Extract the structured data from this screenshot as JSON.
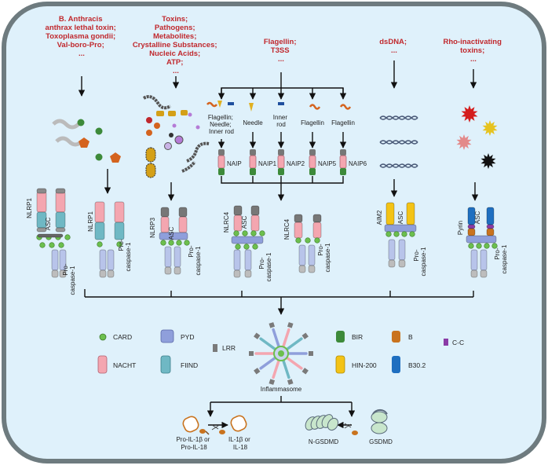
{
  "stimuli": [
    {
      "lines": [
        "B. Anthracis",
        "anthrax lethal toxin;",
        "Toxoplasma gondii;",
        "Val-boro-Pro;",
        "..."
      ]
    },
    {
      "lines": [
        "Toxins;",
        "Pathogens;",
        "Metabolites;",
        "Crystalline Substances;",
        "Nucleic Acids;",
        "ATP;",
        "..."
      ]
    },
    {
      "lines": [
        "Flagellin;",
        "T3SS",
        "..."
      ]
    },
    {
      "lines": [
        "dsDNA;",
        "..."
      ]
    },
    {
      "lines": [
        "Rho-inactivating",
        "toxins;",
        "..."
      ]
    }
  ],
  "ligands": {
    "flagellin_needle_inner": [
      "Flagellin;",
      "Needle;",
      "Inner rod"
    ],
    "needle": "Needle",
    "inner_rod": [
      "Inner",
      "rod"
    ],
    "flagellin_a": "Flagellin",
    "flagellin_b": "Flagellin"
  },
  "naips": [
    "NAIP",
    "NAIP1",
    "NAIP2",
    "NAIP5",
    "NAIP6"
  ],
  "complexes": {
    "nlrp1_a": "NLRP1",
    "asc_a": "ASC",
    "procasp_a": "Pro-caspase-1",
    "nlrp1_b": "NLRP1",
    "procasp_b": "Pro-caspase-1",
    "nlrp3": "NLRP3",
    "asc_c": "ASC",
    "procasp_c": "Pro-caspase-1",
    "nlrc4_a": "NLRC4",
    "asc_d": "ASC",
    "procasp_d": "Pro-caspase-1",
    "nlrc4_b": "NLRC4",
    "procasp_e": "Pro-caspase-1",
    "aim2": "AIM2",
    "asc_f": "ASC",
    "procasp_f": "Pro-caspase-1",
    "pyrin": "Pyrin",
    "asc_g": "ASC",
    "procasp_g": "Pro-caspase-1"
  },
  "legend": {
    "card": "CARD",
    "pyd": "PYD",
    "lrr": "LRR",
    "nacht": "NACHT",
    "fiind": "FIIND",
    "bir": "BIR",
    "b": "B",
    "cc": "C-C",
    "hin200": "HIN-200",
    "b302": "B30.2"
  },
  "inflammasome": "Inflammasome",
  "outputs": {
    "pro_il": "Pro-IL-1β or\nPro-IL-18",
    "il": "IL-1β or\nIL-18",
    "ngsdmd": "N-GSDMD",
    "gsdmd": "GSDMD"
  },
  "colors": {
    "background": "#dff1fb",
    "border": "#6e7b7f",
    "red_text": "#c0282d",
    "card": "#6cbf4e",
    "pyd": "#8f9fdb",
    "nacht": "#f4a6b0",
    "fiind": "#6fb8c4",
    "bir": "#3d8a3a",
    "b_box": "#c9731e",
    "cc": "#8a3ba6",
    "hin200": "#f3c316",
    "b302": "#1f6fc0",
    "lrr": "#7a7a7a",
    "caspase": "#b8c4ea"
  }
}
